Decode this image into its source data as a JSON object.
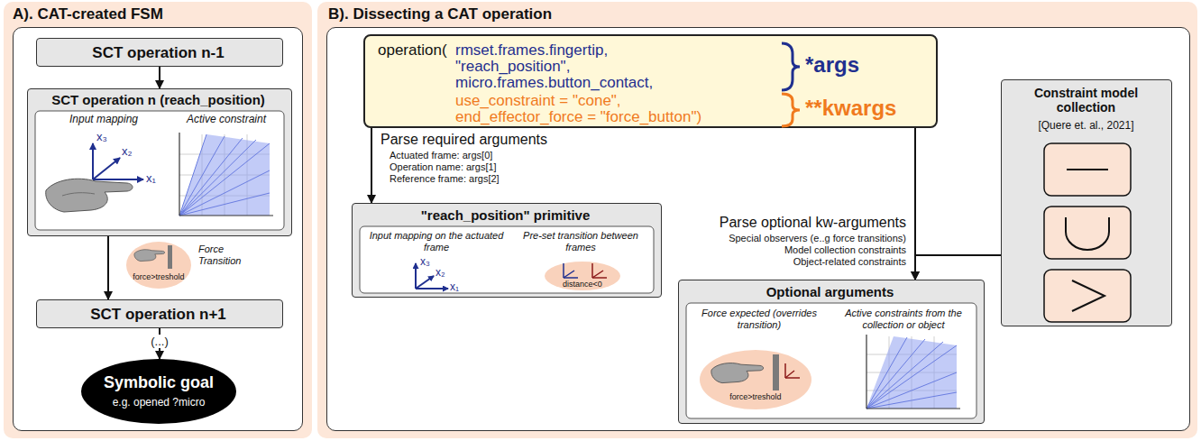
{
  "diagram": {
    "nodes": [
      {
        "text": [
          "A). CAT-created FSM"
        ]
      },
      {
        "text": [
          "SCT operation n-1"
        ],
        "in": 0
      },
      {
        "text": [
          "SCT operation n (reach_position)",
          "Input mapping",
          "Active constraint",
          "x₃",
          "x₂",
          "x₁"
        ],
        "in": 0
      },
      {
        "text": [
          "force>treshold",
          "Force Transition"
        ],
        "in": 0
      },
      {
        "text": [
          "SCT operation n+1"
        ],
        "in": 0
      },
      {
        "text": [
          "Symbolic goal",
          "e.g. opened ?micro"
        ],
        "in": 0
      },
      {
        "text": [
          "B). Dissecting a CAT operation"
        ]
      },
      {
        "text": [
          "operation(",
          "rmset.frames.fingertip,",
          "\"reach_position\",",
          "micro.frames.button_contact,",
          "use_constraint = \"cone\",",
          "end_effector_force = \"force_button\")",
          "*args",
          "**kwargs"
        ],
        "in": 6
      },
      {
        "text": [
          "\"reach_position\" primitive",
          "Input mapping on the actuated frame",
          "Pre-set transition between frames",
          "distance<0",
          "x₃",
          "x₂",
          "x₁"
        ],
        "in": 6
      },
      {
        "text": [
          "Optional arguments",
          "Force expected (overrides transition)",
          "Active constraints from the collection or object",
          "force>treshold"
        ],
        "in": 6
      },
      {
        "text": [
          "Constraint model collection",
          "[Quere et. al., 2021]"
        ],
        "in": 6
      }
    ],
    "edges": [
      {
        "from": 1,
        "to": 2,
        "arrow": "to"
      },
      {
        "from": 2,
        "to": 4,
        "arrow": "to"
      },
      {
        "from": 4,
        "to": 5,
        "arrow": "to",
        "label": "(...)"
      },
      {
        "from": 7,
        "to": 8,
        "arrow": "to"
      },
      {
        "from": 7,
        "to": 9,
        "arrow": "to"
      },
      {
        "from": 10,
        "to": 9,
        "arrow": "to"
      }
    ],
    "labels": [
      "Parse required arguments",
      "Actuated frame: args[0]",
      "Operation name: args[1]",
      "Reference frame: args[2]",
      "Parse optional kw-arguments",
      "Special observers (e..g force transitions)",
      "Model collection constraints",
      "Object-related constraints"
    ]
  }
}
